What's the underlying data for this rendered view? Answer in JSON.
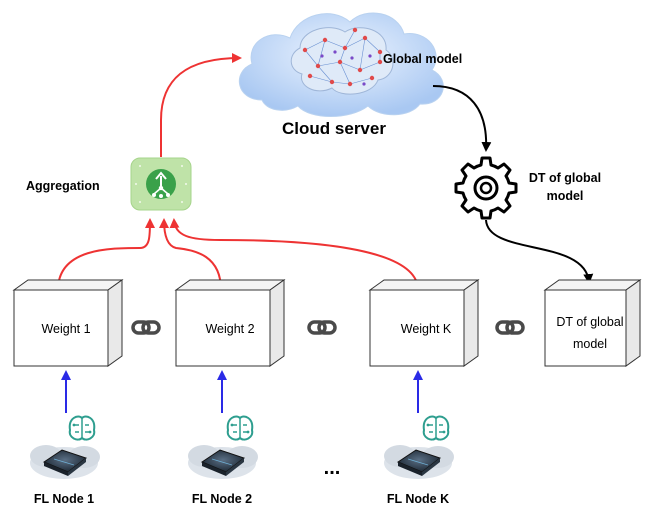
{
  "cloud": {
    "title": "Cloud server",
    "global_model_label": "Global model"
  },
  "aggregation": {
    "label": "Aggregation"
  },
  "dt_gear": {
    "label_line1": "DT of global",
    "label_line2": "model"
  },
  "boxes": [
    {
      "label": "Weight 1"
    },
    {
      "label": "Weight 2"
    },
    {
      "label": "Weight K"
    }
  ],
  "dt_box": {
    "label_line1": "DT of global",
    "label_line2": "model"
  },
  "nodes": [
    {
      "label": "FL Node 1"
    },
    {
      "label": "FL Node 2"
    },
    {
      "label": "FL Node K"
    }
  ],
  "ellipsis": "...",
  "colors": {
    "upload_arrows": "#ee3333",
    "local_arrows": "#2a2ae6",
    "dt_arrows": "#000000",
    "aggregation_fill": "#bfe3a8",
    "aggregation_icon": "#3aa14a",
    "cloud_fill": "#c9ddf7",
    "brain_dots": "#e04a4a",
    "brain_lines": "#4a78c8",
    "ai_icon": "#2e9e8f"
  }
}
